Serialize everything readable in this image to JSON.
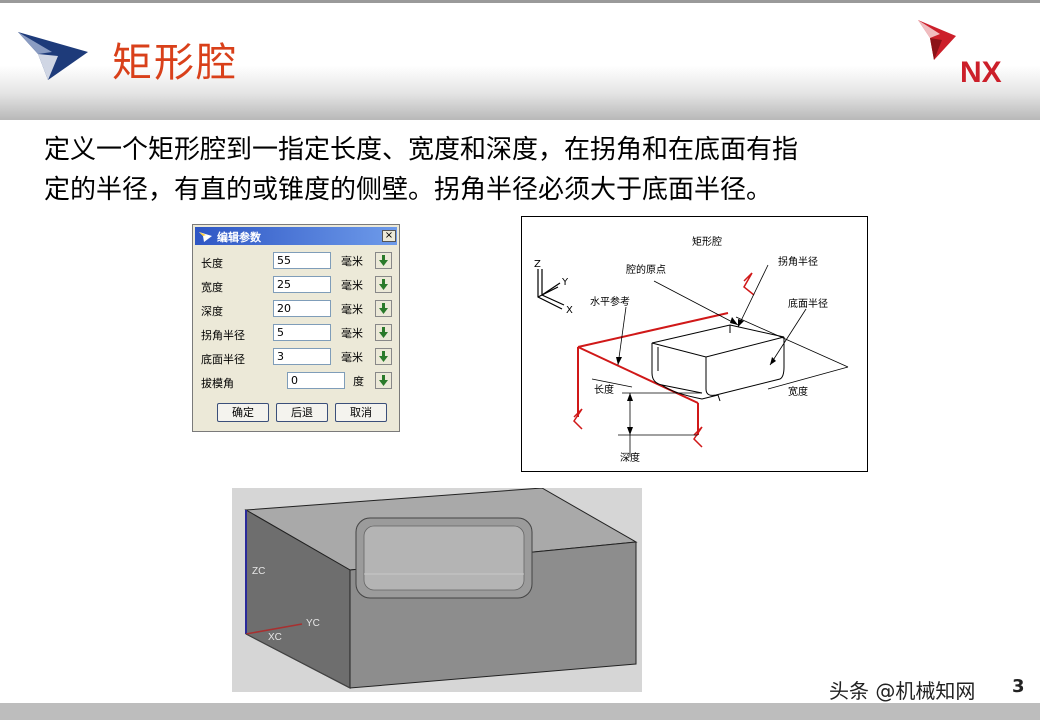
{
  "header": {
    "title": "矩形腔",
    "logo_text": "NX",
    "colors": {
      "title": "#d9401a",
      "logo_red": "#cc1f2a",
      "logo_blue": "#1e3b7a"
    }
  },
  "description": {
    "line1": "定义一个矩形腔到一指定长度、宽度和深度，在拐角和在底面有指",
    "line2": "定的半径，有直的或锥度的侧壁。拐角半径必须大于底面半径。"
  },
  "dialog": {
    "title": "编辑参数",
    "close": "×",
    "rows": [
      {
        "label": "长度",
        "value": "55",
        "unit": "毫米"
      },
      {
        "label": "宽度",
        "value": "25",
        "unit": "毫米"
      },
      {
        "label": "深度",
        "value": "20",
        "unit": "毫米"
      },
      {
        "label": "拐角半径",
        "value": "5",
        "unit": "毫米"
      },
      {
        "label": "底面半径",
        "value": "3",
        "unit": "毫米"
      },
      {
        "label": "拔模角",
        "value": "0",
        "unit": "度"
      }
    ],
    "buttons": {
      "ok": "确定",
      "back": "后退",
      "cancel": "取消"
    }
  },
  "diagram": {
    "title": "矩形腔",
    "origin": "腔的原点",
    "corner_radius": "拐角半径",
    "floor_radius": "底面半径",
    "horizontal_ref": "水平参考",
    "length": "长度",
    "width": "宽度",
    "depth": "深度",
    "axis_z": "Z",
    "axis_y": "Y",
    "axis_x": "X"
  },
  "render": {
    "zc": "ZC",
    "yc": "YC",
    "xc": "XC"
  },
  "footer": {
    "watermark": "头条 @机械知网",
    "page": "3"
  }
}
